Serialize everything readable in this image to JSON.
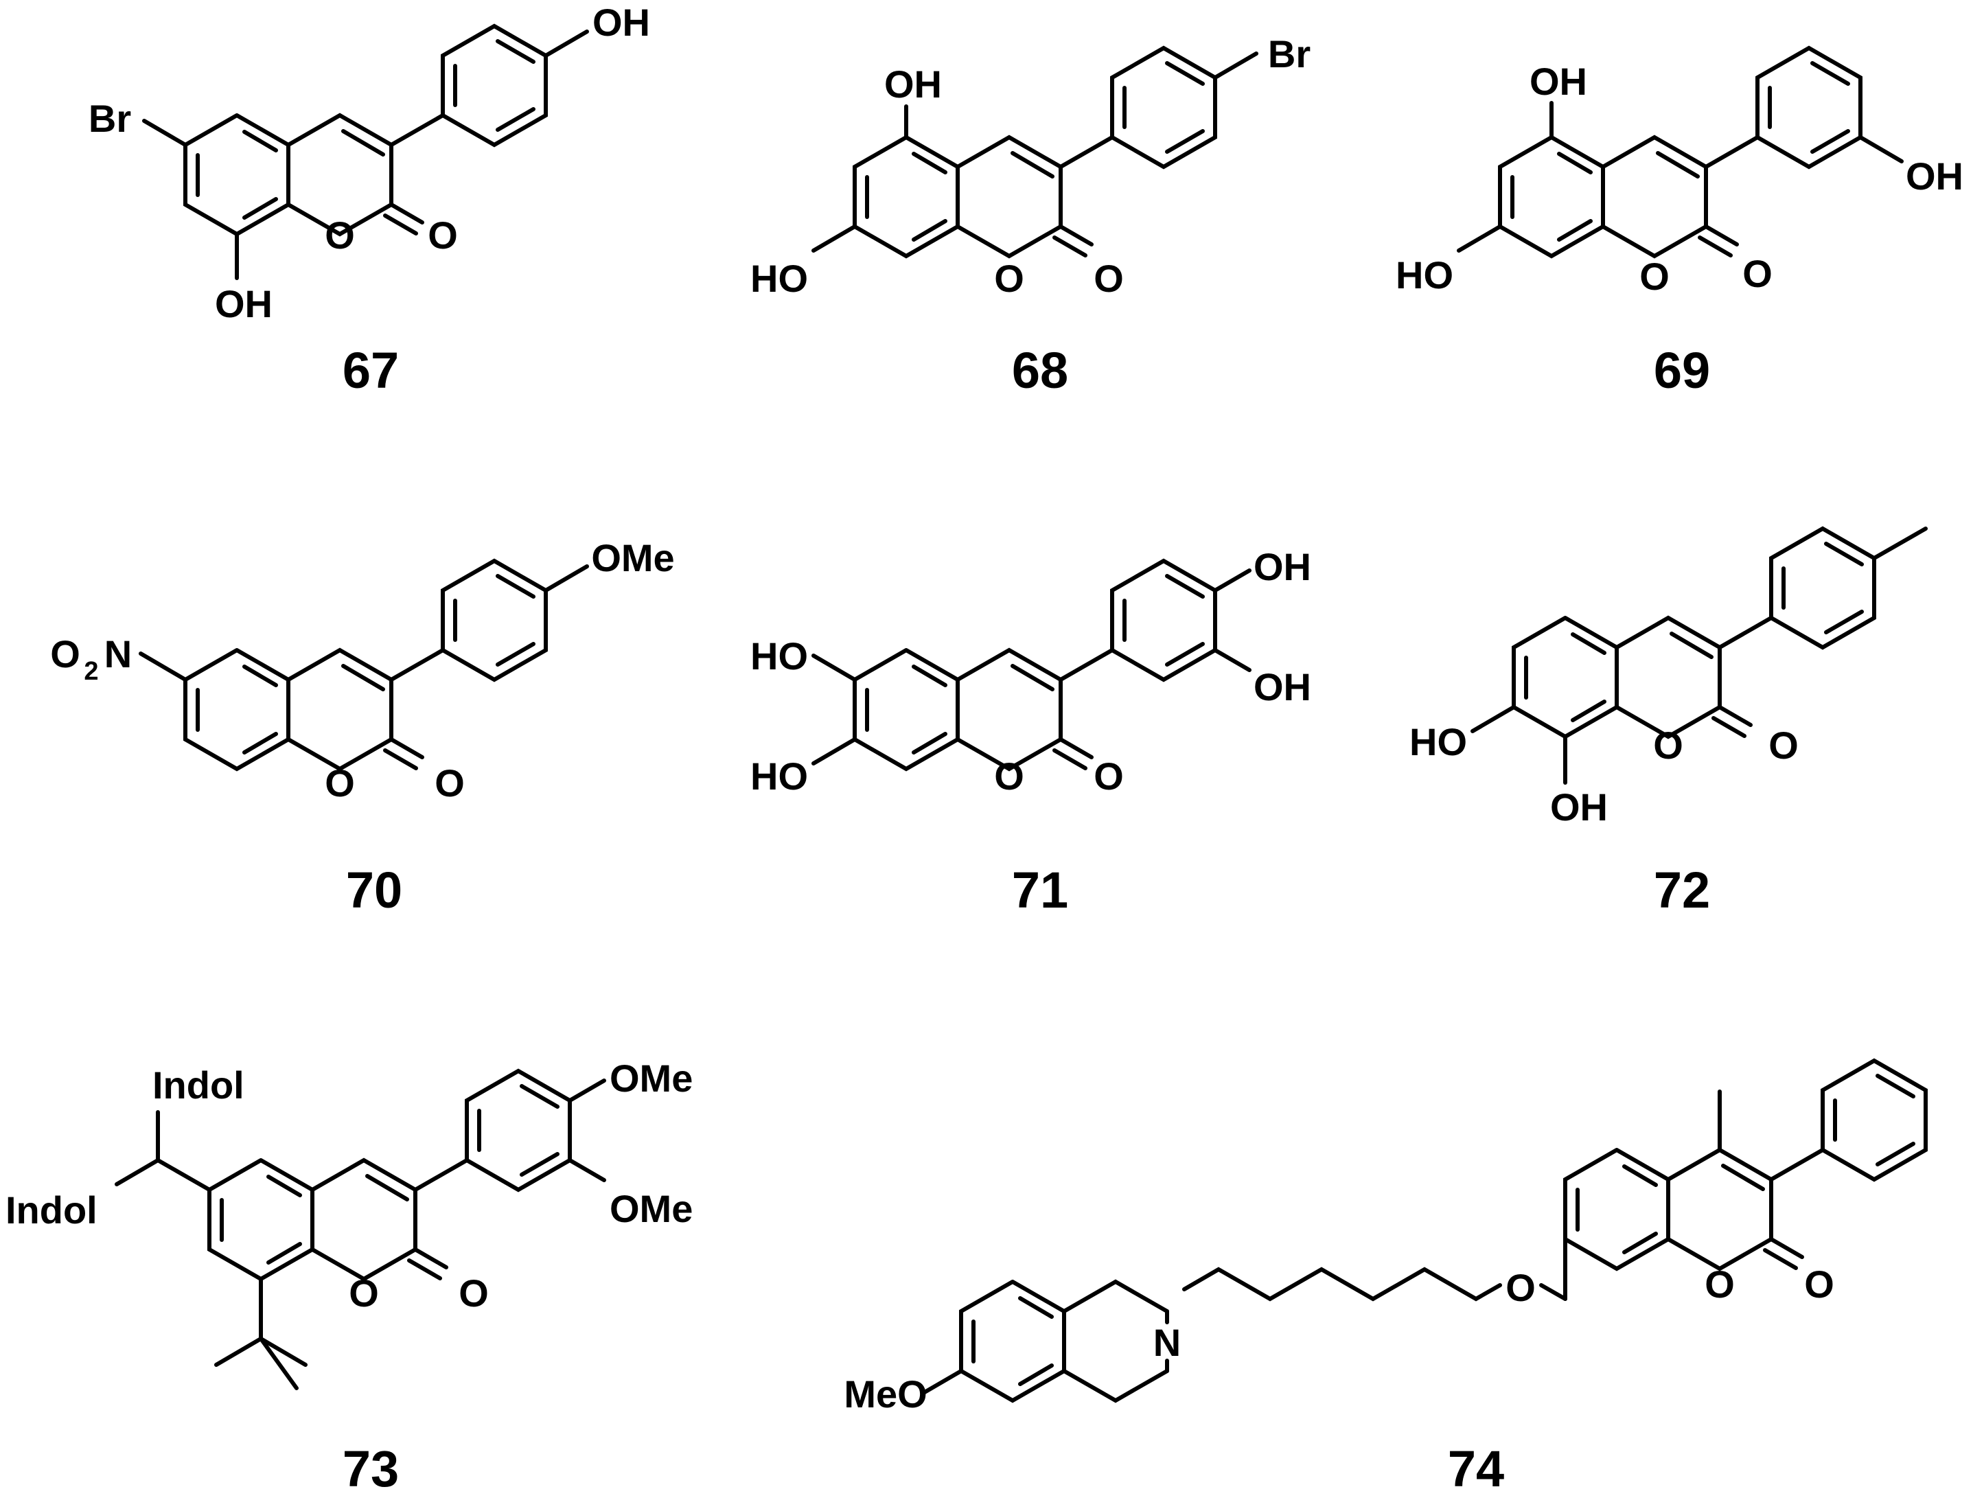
{
  "compounds": [
    {
      "id": "67",
      "labels": {
        "sub1": "Br",
        "oh_bottom": "OH",
        "ring_o": "O",
        "carbonyl_o": "O",
        "aryl_sub": "OH"
      }
    },
    {
      "id": "68",
      "labels": {
        "oh_top": "OH",
        "oh_left": "HO",
        "ring_o": "O",
        "carbonyl_o": "O",
        "aryl_sub": "Br"
      }
    },
    {
      "id": "69",
      "labels": {
        "oh_top": "OH",
        "oh_left": "HO",
        "ring_o": "O",
        "carbonyl_o": "O",
        "aryl_sub": "OH"
      }
    },
    {
      "id": "70",
      "labels": {
        "nitro_o": "O",
        "nitro_sub": "2",
        "nitro_n": "N",
        "ring_o": "O",
        "carbonyl_o": "O",
        "aryl_sub": "OMe"
      }
    },
    {
      "id": "71",
      "labels": {
        "ho_6": "HO",
        "ho_7": "HO",
        "ring_o": "O",
        "carbonyl_o": "O",
        "aryl_oh_para": "OH",
        "aryl_oh_meta": "OH"
      }
    },
    {
      "id": "72",
      "labels": {
        "ho_7": "HO",
        "oh_8": "OH",
        "ring_o": "O",
        "carbonyl_o": "O"
      }
    },
    {
      "id": "73",
      "labels": {
        "indol_top": "Indol",
        "indol_left": "Indol",
        "ring_o": "O",
        "carbonyl_o": "O",
        "aryl_ome_para": "OMe",
        "aryl_ome_meta": "OMe"
      }
    },
    {
      "id": "74",
      "labels": {
        "meo": "MeO",
        "n": "N",
        "ether_o": "O",
        "ring_o": "O",
        "carbonyl_o": "O"
      }
    }
  ]
}
